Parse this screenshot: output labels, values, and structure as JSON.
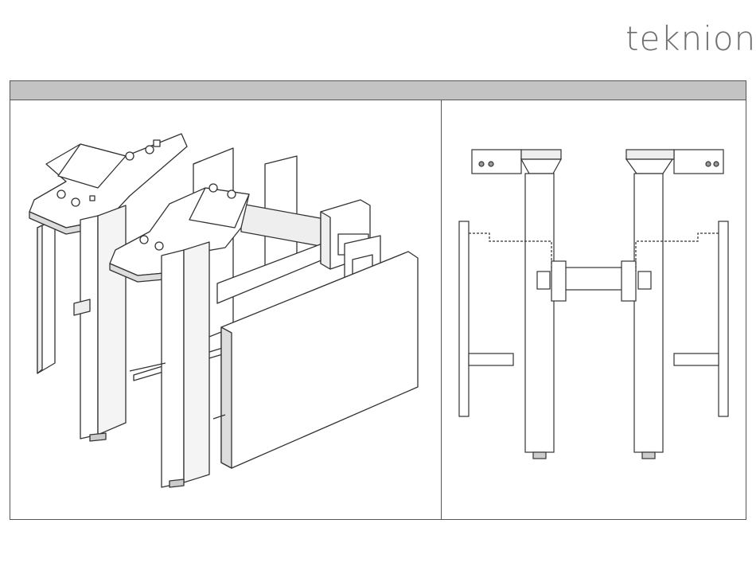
{
  "brand": {
    "logo_text": "teknion"
  },
  "colors": {
    "header_band": "#c3c3c3",
    "frame_border": "#555555",
    "line_art": "#333333",
    "logo": "#6f6f6f"
  },
  "views": [
    {
      "id": "isometric-view"
    },
    {
      "id": "front-elevation-view"
    }
  ]
}
